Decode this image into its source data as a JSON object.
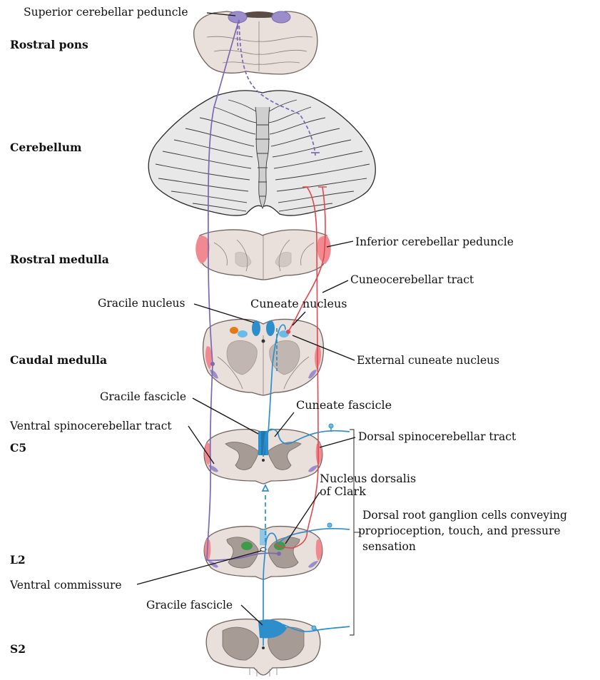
{
  "levels": {
    "rostral_pons": "Rostral pons",
    "cerebellum": "Cerebellum",
    "rostral_medulla": "Rostral medulla",
    "caudal_medulla": "Caudal medulla",
    "c5": "C5",
    "l2": "L2",
    "s2": "S2"
  },
  "labels": {
    "superior_cerebellar_peduncle": "Superior cerebellar peduncle",
    "inferior_cerebellar_peduncle": "Inferior cerebellar peduncle",
    "cuneocerebellar_tract": "Cuneocerebellar tract",
    "gracile_nucleus": "Gracile nucleus",
    "cuneate_nucleus": "Cuneate nucleus",
    "external_cuneate_nucleus": "External cuneate nucleus",
    "gracile_fascicle_upper": "Gracile fascicle",
    "cuneate_fascicle": "Cuneate fascicle",
    "ventral_spinocerebellar_tract": "Ventral spinocerebellar tract",
    "dorsal_spinocerebellar_tract": "Dorsal spinocerebellar tract",
    "nucleus_dorsalis_line1": "Nucleus dorsalis",
    "nucleus_dorsalis_line2": "of Clark",
    "drg_line1": "Dorsal root ganglion cells conveying",
    "drg_line2": "proprioception, touch, and pressure",
    "drg_line3": "sensation",
    "ventral_commissure": "Ventral commissure",
    "gracile_fascicle_lower": "Gracile fascicle"
  },
  "colors": {
    "purple_pathway": "#7b67b3",
    "red_pathway": "#e0474f",
    "blue_pathway": "#2c8fcb",
    "tissue": "#e9e0dc",
    "grey_matter": "#a79b95"
  }
}
